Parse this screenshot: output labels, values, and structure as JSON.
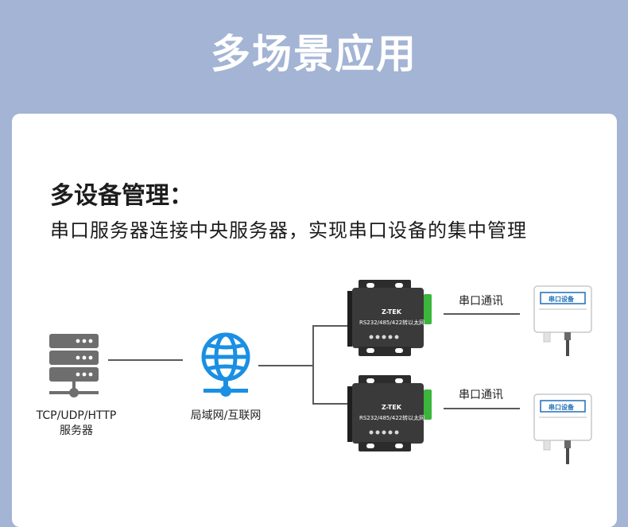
{
  "banner": {
    "title": "多场景应用"
  },
  "section": {
    "heading": "多设备管理：",
    "subtitle": "串口服务器连接中央服务器，实现串口设备的集中管理"
  },
  "diagram": {
    "server_caption_line1": "TCP/UDP/HTTP",
    "server_caption_line2": "服务器",
    "network_caption": "局域网/互联网",
    "serial_link_label_1": "串口通讯",
    "serial_link_label_2": "串口通讯",
    "device_brand": "Z-TEK",
    "device_model_label": "RS232/485/422转以太网",
    "sensor_label": "串口设备"
  },
  "colors": {
    "banner_background": "#a3b4d5",
    "globe_blue": "#1a8fe3",
    "server_gray": "#6e6e6e",
    "device_body": "#3a3a3a",
    "terminal_green": "#3cb53c"
  },
  "icons": [
    "server-stack-icon",
    "globe-network-icon"
  ]
}
